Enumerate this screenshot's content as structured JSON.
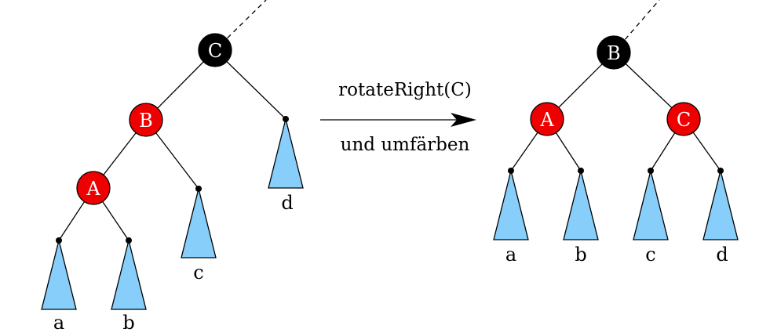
{
  "left_tree": {
    "nodes": {
      "C": "C",
      "B": "B",
      "A": "A"
    },
    "leaves": {
      "a": "a",
      "b": "b",
      "c": "c",
      "d": "d"
    }
  },
  "right_tree": {
    "nodes": {
      "B": "B",
      "A": "A",
      "C": "C"
    },
    "leaves": {
      "a": "a",
      "b": "b",
      "c": "c",
      "d": "d"
    }
  },
  "operation": {
    "line1": "rotateRight(C)",
    "line2": "und umfärben"
  },
  "colors": {
    "red_node": "#ee0000",
    "black_node": "#000000",
    "subtree": "#87cefa"
  }
}
